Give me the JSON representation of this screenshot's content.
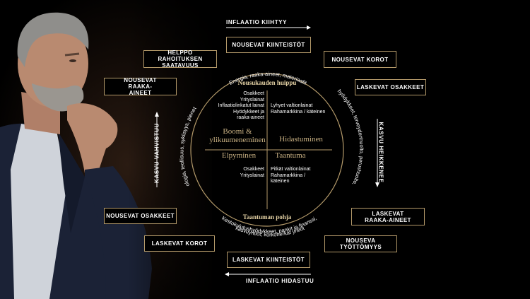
{
  "diagram": {
    "top_arrow": "INFLAATIO KIIHTYY",
    "bottom_arrow": "INFLAATIO HIDASTUU",
    "right_arrow": "KASVU HEIKKENEE",
    "left_arrow": "KASVU VAHVISTUU",
    "boxes": {
      "top": "NOUSEVAT KIINTEISTÖT",
      "top_right": "NOUSEVAT KOROT",
      "right_upper": "LASKEVAT OSAKKEET",
      "right_lower": "LASKEVAT RAAKA-AINEET",
      "bottom_right": "NOUSEVA TYÖTTÖMYYS",
      "bottom": "LASKEVAT KIINTEISTÖT",
      "bottom_left": "LASKEVAT KOROT",
      "left_lower": "NOUSEVAT OSAKKEET",
      "left_upper": "NOUSEVAT RAAKA-AINEET",
      "top_left": "HELPPO RAHOITUKSEN SAATAVUUS"
    },
    "ring_texts": {
      "top": "Energia, raaka-aineet, materiaalit",
      "right": "Perushyödykkeet, terveydenhuolto, perushuolto, sähkö",
      "bottom_line1": "Kestokulutushyödykkeet, pankit ja finanssi,",
      "bottom_line2": "kasvuyhtiöt, korkoherkät yhtiöt",
      "left": "Teknologia, teollisuus, syklisyys, pienet yhtiöt"
    },
    "arc_labels": {
      "peak": "Nousukauden huippu",
      "trough": "Taantuman pohja"
    },
    "phases": {
      "boom": "Boomi & ylikuumeneminen",
      "slowdown": "Hidastuminen",
      "recovery": "Elpyminen",
      "recession": "Taantuma"
    },
    "quadrant_items": {
      "boom": [
        "Osakkeet",
        "Yrityslainat",
        "Inflaatiolinkatut lainat",
        "Hyödykkeet ja raaka-aineet"
      ],
      "slowdown": [
        "Lyhyet valtionlainat",
        "Rahamarkkina / käteinen"
      ],
      "recovery": [
        "Osakkeet",
        "Yrityslainat"
      ],
      "recession": [
        "Pitkät valtionlainat",
        "Rahamarkkina / käteinen"
      ]
    }
  }
}
